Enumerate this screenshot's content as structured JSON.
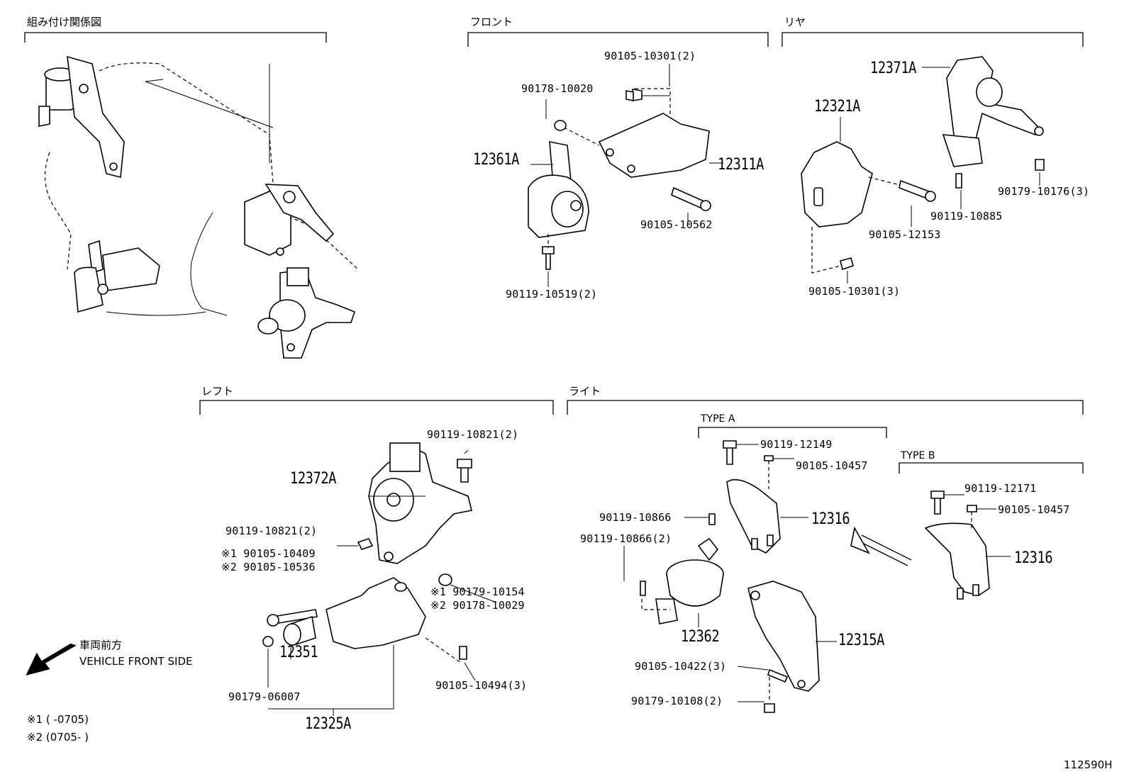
{
  "sections": {
    "assembly": "組み付け関係図",
    "front": "フロント",
    "rear": "リヤ",
    "left": "レフト",
    "right": "ライト",
    "type_a": "TYPE A",
    "type_b": "TYPE B"
  },
  "front_labels": {
    "bolt_top": "90105-10301(2)",
    "nut": "90178-10020",
    "mount": "12361A",
    "bracket": "12311A",
    "bolt_long": "90105-10562",
    "bolt_bottom": "90119-10519(2)"
  },
  "rear_labels": {
    "mount": "12371A",
    "bracket": "12321A",
    "bolt_a": "90179-10176(3)",
    "bolt_b": "90119-10885",
    "bolt_long": "90105-12153",
    "bolt_bottom": "90105-10301(3)"
  },
  "left_labels": {
    "bolt_top": "90119-10821(2)",
    "mount": "12372A",
    "bolt_mid": "90119-10821(2)",
    "bolt_n1": "※1 90105-10409",
    "bolt_n2": "※2 90105-10536",
    "nut_n1": "※1 90179-10154",
    "nut_n2": "※2 90178-10029",
    "bushing": "12351",
    "nut_small": "90179-06007",
    "bolt_bottom": "90105-10494(3)",
    "assembly": "12325A"
  },
  "right_labels": {
    "a_bolt_1": "90119-12149",
    "a_bolt_2": "90105-10457",
    "a_bracket": "12316",
    "bolt_small": "90119-10866",
    "bolt_small_2": "90119-10866(2)",
    "mount": "12362",
    "bracket": "12315A",
    "bolt_bottom": "90105-10422(3)",
    "nut_bottom": "90179-10108(2)",
    "b_bolt_1": "90119-12171",
    "b_bolt_2": "90105-10457",
    "b_bracket": "12316"
  },
  "legend": {
    "front_jp": "車両前方",
    "front_en": "VEHICLE FRONT SIDE",
    "note1": "※1 (      -0705)",
    "note2": "※2 (0705-      )"
  },
  "figure_id": "112590H"
}
